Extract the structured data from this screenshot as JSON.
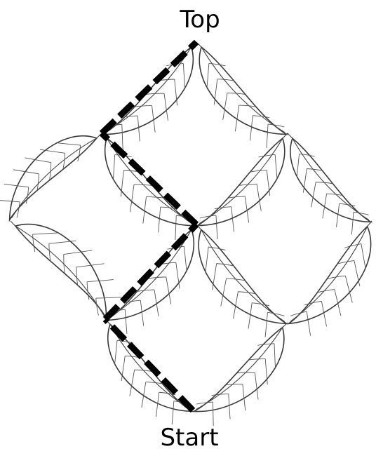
{
  "labels": {
    "top": "Top",
    "start": "Start"
  },
  "diagram": {
    "description_free": true,
    "path_edges": 4,
    "colors": {
      "leaf_outline": "#3a3a3a",
      "path": "#000000",
      "background": "#ffffff"
    }
  }
}
